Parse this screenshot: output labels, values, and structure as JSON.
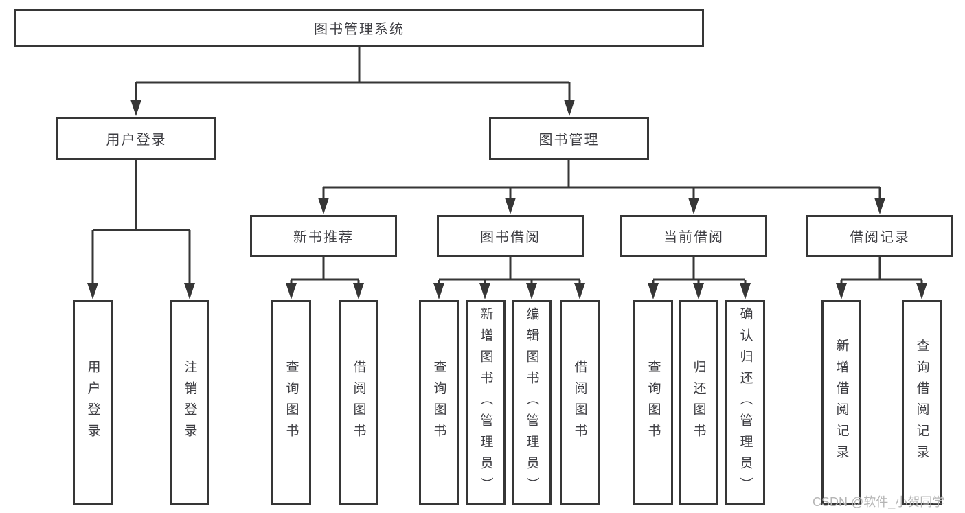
{
  "diagram": {
    "root": {
      "label": "图书管理系统"
    },
    "level2": [
      {
        "label": "用户登录",
        "children": [
          {
            "label": "用户登录"
          },
          {
            "label": "注销登录"
          }
        ]
      },
      {
        "label": "图书管理",
        "children": [
          {
            "label": "新书推荐",
            "children": [
              {
                "label": "查询图书"
              },
              {
                "label": "借阅图书"
              }
            ]
          },
          {
            "label": "图书借阅",
            "children": [
              {
                "label": "查询图书"
              },
              {
                "label": "新增图书（管理员）"
              },
              {
                "label": "编辑图书（管理员）"
              },
              {
                "label": "借阅图书"
              }
            ]
          },
          {
            "label": "当前借阅",
            "children": [
              {
                "label": "查询图书"
              },
              {
                "label": "归还图书"
              },
              {
                "label": "确认归还（管理员）"
              }
            ]
          },
          {
            "label": "借阅记录",
            "children": [
              {
                "label": "新增借阅记录"
              },
              {
                "label": "查询借阅记录"
              }
            ]
          }
        ]
      }
    ]
  },
  "watermark": {
    "text": "CSDN @软件_小贺同学"
  },
  "colors": {
    "line": "#363636",
    "text": "#3d3d42",
    "watermark": "#b5b5b5",
    "background": "#ffffff"
  }
}
